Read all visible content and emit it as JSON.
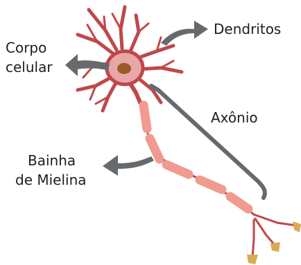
{
  "labels": {
    "dendrites": "Dendritos",
    "cell_body_line1": "Corpo",
    "cell_body_line2": "celular",
    "axon": "Axônio",
    "myelin_line1": "Bainha",
    "myelin_line2": "de Mielina"
  },
  "colors": {
    "dendrite": "#c0474a",
    "soma": "#e7a7a7",
    "nucleus": "#9c5a2c",
    "myelin": "#f09a90",
    "arrow": "#666a6c",
    "terminal": "#d9aa55"
  },
  "icons": {
    "pointer": "curved-arrow-icon"
  }
}
